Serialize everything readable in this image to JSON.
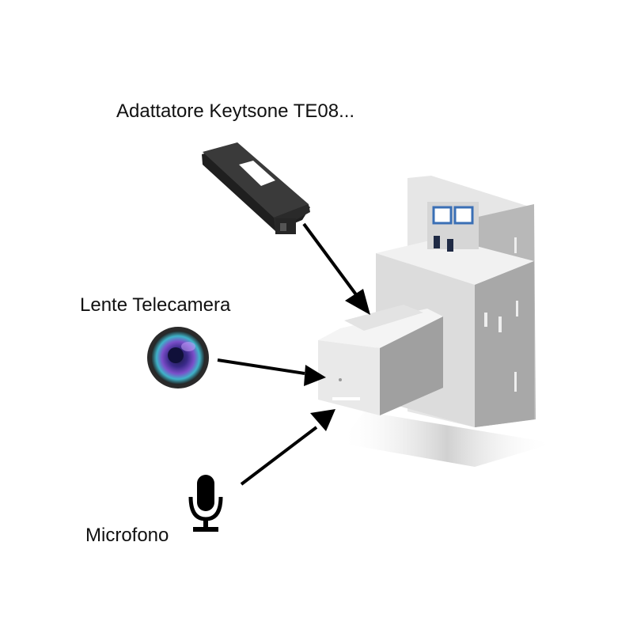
{
  "labels": {
    "adapter": "Adattatore Keytsone TE08...",
    "lens": "Lente Telecamera",
    "microphone": "Microfono"
  },
  "icons": {
    "adapter": "keystone-adapter-icon",
    "lens": "camera-lens-icon",
    "microphone": "microphone-icon",
    "device": "keystone-module-device"
  },
  "colors": {
    "text": "#111111",
    "arrow": "#000000",
    "adapter_body": "#2b2b2b",
    "device_light": "#ececec",
    "device_mid": "#cfcfcf",
    "device_dark": "#9a9a9a",
    "terminal_blue": "#3a6fb5",
    "lens_purple": "#7b4fc9",
    "lens_teal": "#3fb3c9"
  }
}
